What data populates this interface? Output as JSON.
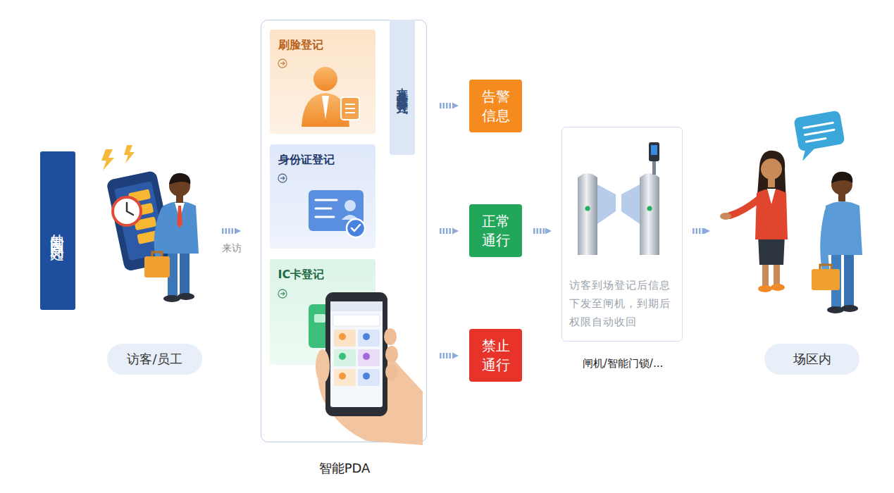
{
  "diagram": {
    "nodes": [
      {
        "text": [
          "外围园区门岗处"
        ]
      },
      {
        "text": [
          "访客/员工"
        ]
      },
      {
        "text": [
          "智能PDA"
        ]
      },
      {
        "text": [
          "支持多种核验方式"
        ],
        "in": 2
      },
      {
        "text": [
          "刷脸登记"
        ],
        "in": 2
      },
      {
        "text": [
          "身份证登记"
        ],
        "in": 2
      },
      {
        "text": [
          "IC卡登记"
        ],
        "in": 2
      },
      {
        "text": [
          "告警信息"
        ]
      },
      {
        "text": [
          "正常通行"
        ]
      },
      {
        "text": [
          "禁止通行"
        ]
      },
      {
        "text": [
          "访客到场登记后信息下发至闸机，到期后权限自动收回",
          "闸机/智能门锁/..."
        ]
      },
      {
        "text": [
          "场区内"
        ]
      }
    ],
    "edges": [
      {
        "from": 1,
        "to": 2,
        "label": "来访",
        "arrow": "to"
      },
      {
        "from": 2,
        "to": 7,
        "arrow": "to"
      },
      {
        "from": 2,
        "to": 8,
        "arrow": "to"
      },
      {
        "from": 2,
        "to": 9,
        "arrow": "to"
      },
      {
        "from": 8,
        "to": 10,
        "arrow": "to"
      },
      {
        "from": 10,
        "to": 11,
        "arrow": "to"
      }
    ]
  }
}
